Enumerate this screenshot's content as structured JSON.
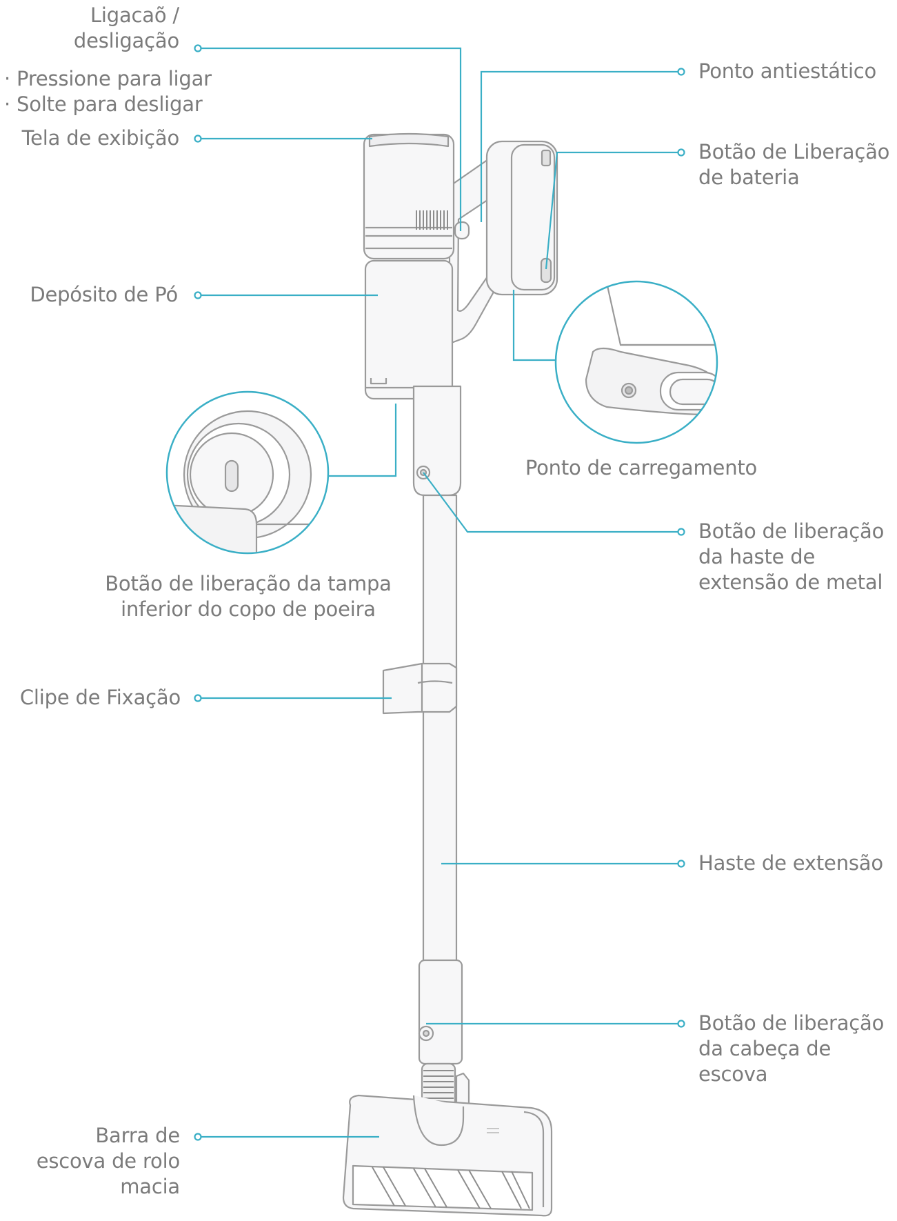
{
  "labels": {
    "power": [
      "Ligacaõ /",
      "desligação"
    ],
    "power_notes": [
      "· Pressione para ligar",
      "· Solte para desligar"
    ],
    "display": "Tela de exibição",
    "dust_bin": "Depósito de Pó",
    "bottom_cover_release": [
      "Botão de liberação da tampa",
      "inferior do copo de poeira"
    ],
    "clip": "Clipe de Fixação",
    "roller_bar": [
      "Barra de",
      "escova de rolo",
      "macia"
    ],
    "antistatic": "Ponto antiestático",
    "battery_release": [
      "Botão de Liberação",
      "de bateria"
    ],
    "charging": "Ponto de carregamento",
    "metal_tube_release": [
      "Botão de liberação",
      "da haste de",
      "extensão de metal"
    ],
    "extension_tube": "Haste de extensão",
    "brush_head_release": [
      "Botão de liberação",
      "da cabeça de",
      "escova"
    ]
  },
  "colors": {
    "leader": "#3aafc6",
    "outline": "#9a9a9a",
    "text": "#7b7b7b",
    "body_fill": "#f7f7f8"
  }
}
